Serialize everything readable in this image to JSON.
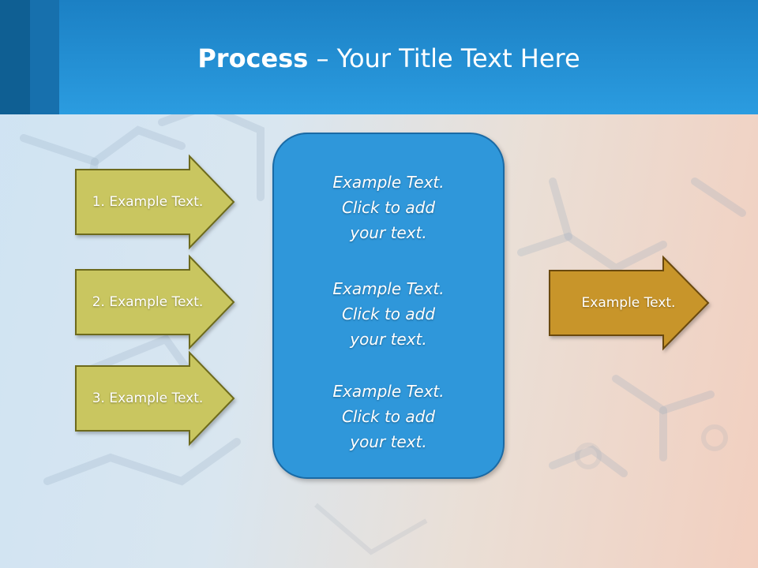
{
  "slide": {
    "title_bold": "Process",
    "title_rest": " – Your Title Text Here"
  },
  "inputs": [
    {
      "label": "1. Example Text."
    },
    {
      "label": "2. Example Text."
    },
    {
      "label": "3. Example Text."
    }
  ],
  "center": {
    "paragraphs": [
      {
        "line1": "Example Text.",
        "line2": "Click  to add",
        "line3": "your text."
      },
      {
        "line1": "Example Text.",
        "line2": "Click  to add",
        "line3": "your text."
      },
      {
        "line1": "Example Text.",
        "line2": "Click  to add",
        "line3": "your text."
      }
    ]
  },
  "output": {
    "label": "Example Text."
  },
  "colors": {
    "header": "#2b9ce0",
    "input_arrow_fill": "#c9c660",
    "input_arrow_border": "#6d6a1c",
    "center_fill": "#2f97da",
    "output_arrow_fill": "#c8952b",
    "output_arrow_border": "#6b4a10"
  }
}
